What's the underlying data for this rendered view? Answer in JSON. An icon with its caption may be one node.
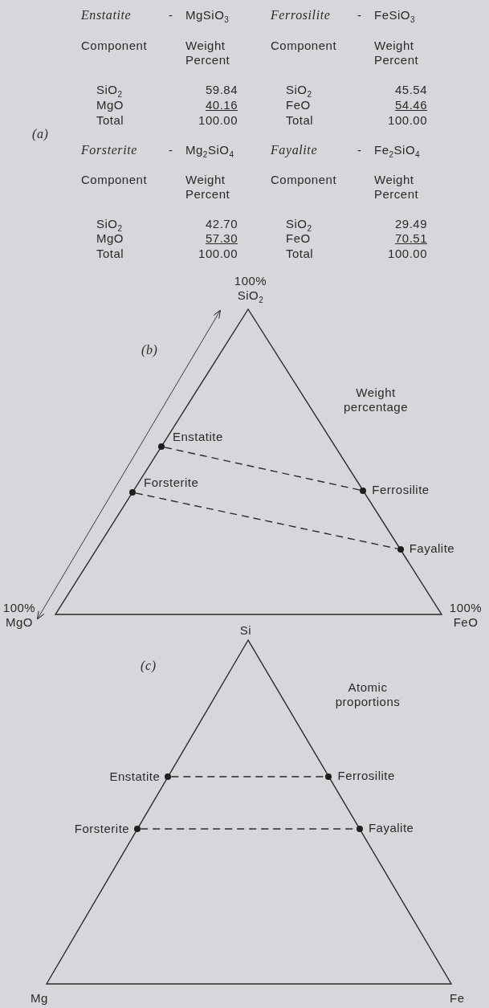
{
  "diagram": {
    "nodes": [
      {
        "text": [],
        "shape": "circle",
        "beside": [
          "Enstatite"
        ]
      },
      {
        "text": [],
        "shape": "circle",
        "beside": [
          "Ferrosilite"
        ]
      },
      {
        "text": [],
        "shape": "circle",
        "beside": [
          "Forsterite"
        ]
      },
      {
        "text": [],
        "shape": "circle",
        "beside": [
          "Fayalite"
        ]
      },
      {
        "text": [],
        "shape": "circle",
        "beside": [
          "Enstatite"
        ]
      },
      {
        "text": [],
        "shape": "circle",
        "beside": [
          "Ferrosilite"
        ]
      },
      {
        "text": [],
        "shape": "circle",
        "beside": [
          "Forsterite"
        ]
      },
      {
        "text": [],
        "shape": "circle",
        "beside": [
          "Fayalite"
        ]
      }
    ],
    "edges": [
      {
        "from": 0,
        "to": 1,
        "arrow": "none",
        "style": "dashed"
      },
      {
        "from": 2,
        "to": 3,
        "arrow": "none",
        "style": "dashed"
      },
      {
        "from": 4,
        "to": 5,
        "arrow": "none",
        "style": "dashed"
      },
      {
        "from": 6,
        "to": 7,
        "arrow": "none",
        "style": "dashed"
      }
    ],
    "labels": [
      "Enstatite",
      "-",
      "MgSiO$_{3}$",
      "Ferrosilite",
      "-",
      "FeSiO$_{3}$",
      "Component",
      "Weight Percent",
      "Component",
      "Weight Percent",
      "SiO$_{2}$",
      "59.84",
      "SiO$_{2}$",
      "45.54",
      "MgO",
      "40.16",
      "FeO",
      "54.46",
      "Total",
      "100.00",
      "Total",
      "100.00",
      "(a)",
      "Forsterite",
      "-",
      "Mg$_{2}$SiO$_{4}$",
      "Fayalite",
      "-",
      "Fe$_{2}$SiO$_{4}$",
      "Component",
      "Weight Percent",
      "Component",
      "Weight Percent",
      "SiO$_{2}$",
      "42.70",
      "SiO$_{2}$",
      "29.49",
      "MgO",
      "57.30",
      "FeO",
      "70.51",
      "Total",
      "100.00",
      "Total",
      "100.00",
      "100% SiO$_{2}$",
      "(b)",
      "Weight percentage",
      "100% MgO",
      "100% FeO",
      "Si",
      "(c)",
      "Atomic proportions",
      "Mg",
      "Fe"
    ]
  }
}
